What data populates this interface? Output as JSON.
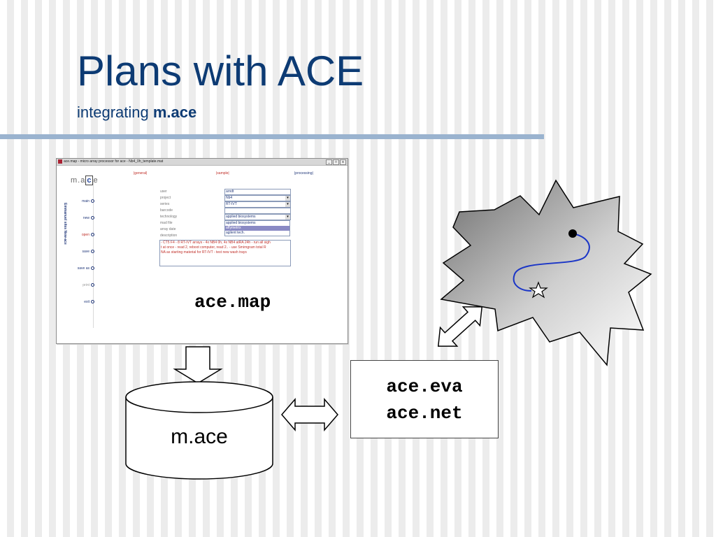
{
  "slide": {
    "title": "Plans with ACE",
    "subtitle_prefix": "integrating",
    "subtitle_bold": "m.ace"
  },
  "screenshot": {
    "window_title": "ace.map - micro array processor for ace - Nb4_0h_template.mat",
    "window_buttons": [
      "_",
      "□",
      "x"
    ],
    "logo_prefix": "m.a",
    "logo_box_letter": "c",
    "logo_suffix": "e",
    "vertical_label": "Emmanuel sites New-ace",
    "tabs": [
      "|general|",
      "|sample|",
      "|processing|"
    ],
    "nav_items": [
      "main",
      "new",
      "open",
      "save",
      "save as",
      "print",
      "exit"
    ],
    "form_labels": [
      "user",
      "project",
      "series",
      "barcode",
      "technology",
      "mad file",
      "array date",
      "description"
    ],
    "fields": {
      "user": "arndt",
      "project": "Nb4",
      "series": "RT-IVT",
      "barcode": "",
      "technology": "applied biosystems"
    },
    "dropdown_options": [
      "applied biosystems",
      "affymetrix",
      "agilent tech."
    ],
    "dropdown_selected": "affymetrix",
    "description_lines": [
      "- CT5 F4 - 8 RT-IVT arrays - 4x NB4 0h, 4x NB4 atRA 24h - run all sigh",
      "t at once - read 2, reboot computer, read 2.. - use Smirngram total R",
      "NA as starting material for RT-IVT - test new wash trays"
    ]
  },
  "labels": {
    "acemap": "ace.map",
    "box_line1": "ace.eva",
    "box_line2": "ace.net",
    "cylinder": "m.ace"
  },
  "colors": {
    "title": "#0d3b74",
    "rule": "#9ab3cf",
    "curve": "#1a35c7"
  },
  "icons": [
    "down-arrow-icon",
    "double-arrow-icon",
    "starburst-icon",
    "star-icon",
    "database-cylinder-icon"
  ]
}
